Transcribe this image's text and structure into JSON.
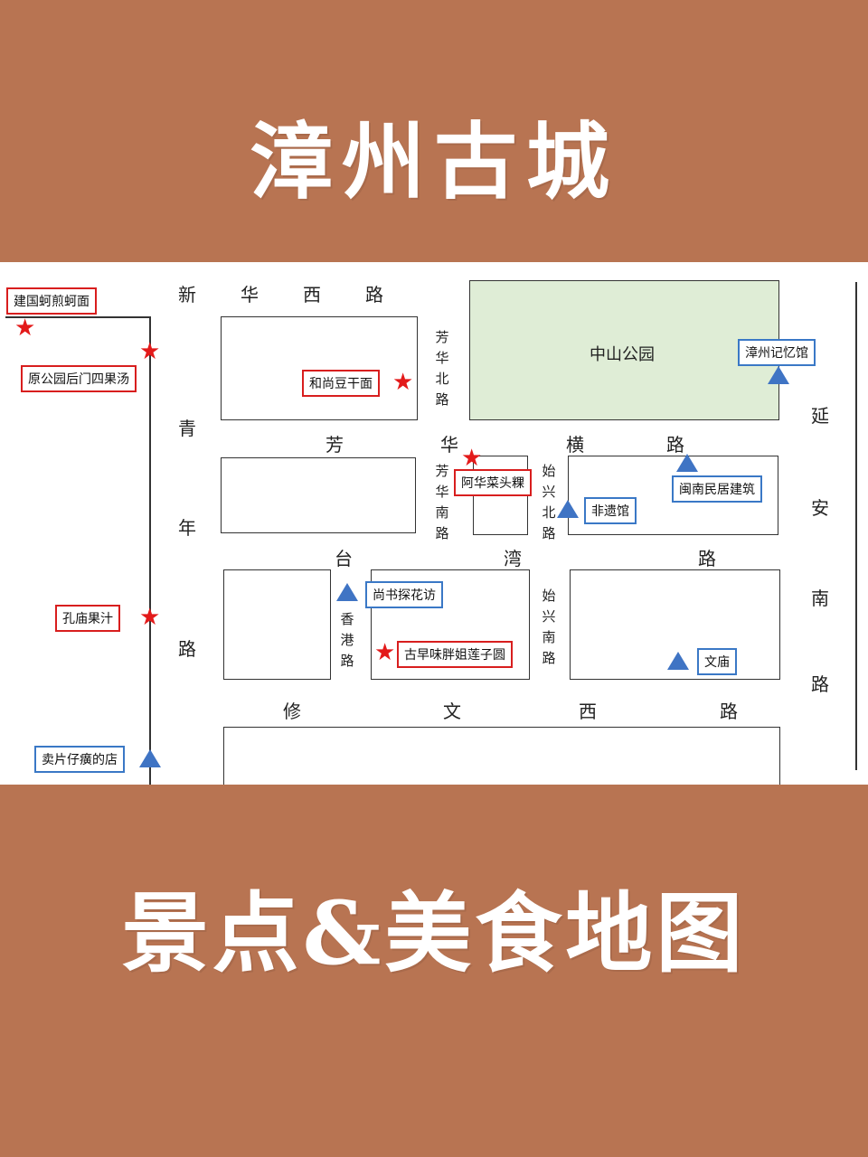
{
  "title": "漳州古城",
  "subtitle": "景点&美食地图",
  "colors": {
    "background": "#b87452",
    "food": "#d81e1e",
    "sight": "#3a78c6",
    "park": "#dfedd6"
  },
  "map": {
    "park": "中山公园",
    "roads": {
      "xinhua_xi": [
        "新",
        "华",
        "西",
        "路"
      ],
      "fanghua_heng": [
        "芳",
        "华",
        "横",
        "路"
      ],
      "taiwan": [
        "台",
        "湾",
        "路"
      ],
      "xiuwen_xi": [
        "修",
        "文",
        "西",
        "路"
      ],
      "qingnian": [
        "青",
        "年",
        "路"
      ],
      "yanan_nan": [
        "延",
        "安",
        "南",
        "路"
      ],
      "fanghua_bei": "芳华北路",
      "fanghua_nan": "芳华南路",
      "shixing_bei": "始兴北路",
      "shixing_nan": "始兴南路",
      "xianggang": "香港路"
    },
    "food": [
      "建国蚵煎蚵面",
      "原公园后门四果汤",
      "和尚豆干面",
      "阿华菜头粿",
      "孔庙果汁",
      "古早味胖姐莲子圆"
    ],
    "sights": [
      "漳州记忆馆",
      "闽南民居建筑",
      "非遗馆",
      "尚书探花访",
      "文庙",
      "卖片仔癀的店"
    ]
  }
}
